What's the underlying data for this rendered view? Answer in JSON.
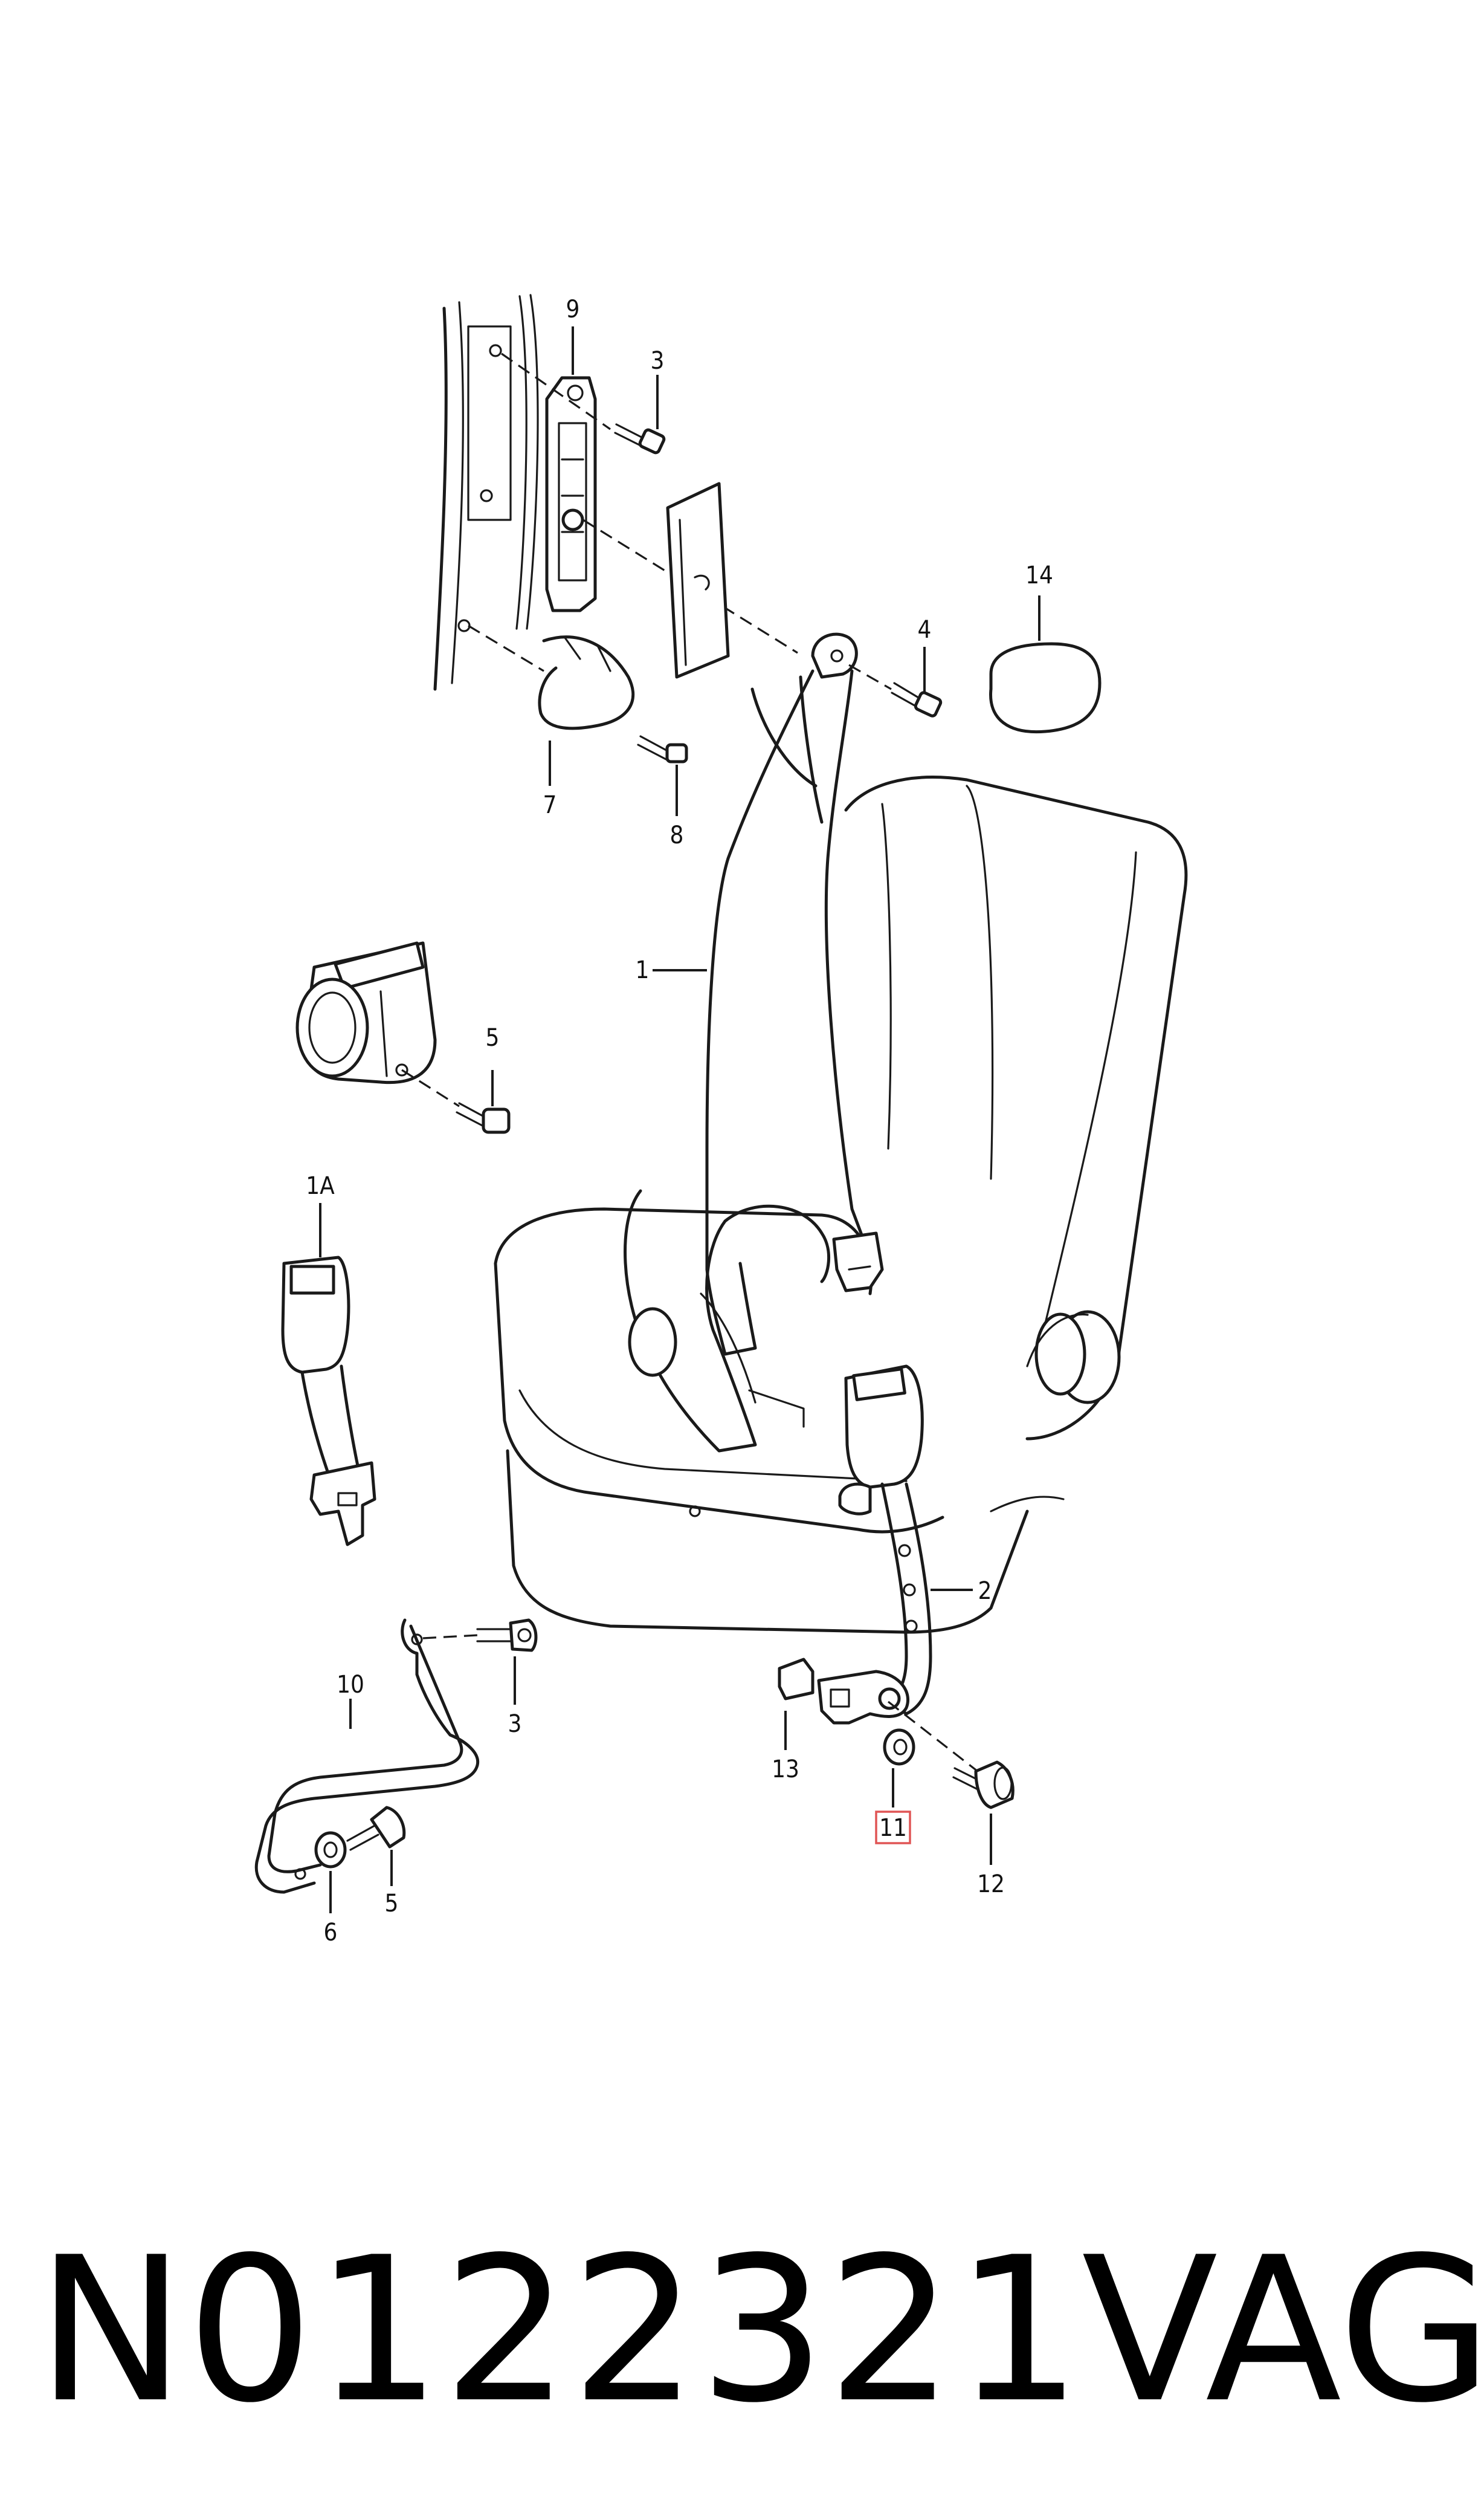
{
  "callouts": {
    "c9": "9",
    "c3a": "3",
    "c14": "14",
    "c4": "4",
    "c7": "7",
    "c8": "8",
    "c1": "1",
    "c5a": "5",
    "c1A": "1A",
    "c2": "2",
    "c10": "10",
    "c3b": "3",
    "c13": "13",
    "c11": "11",
    "c12": "12",
    "c6": "6",
    "c5b": "5"
  },
  "highlighted_callout": "11",
  "footer": {
    "code": "N0122321",
    "brand": "VAG"
  }
}
